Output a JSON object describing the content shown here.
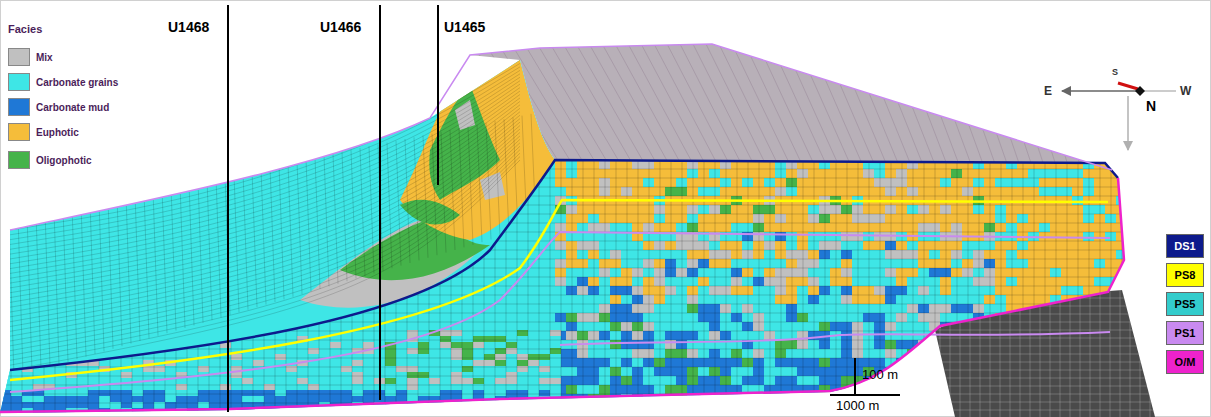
{
  "diagram": {
    "labels": [
      "Facies",
      "U1468",
      "U1466",
      "U1465",
      "E",
      "W",
      "S",
      "N",
      "100 m",
      "1000 m"
    ],
    "legend": [
      {
        "text": "Mix",
        "color": "#c0c0c0"
      },
      {
        "text": "Carbonate grains",
        "color": "#3ee6e6"
      },
      {
        "text": "Carbonate mud",
        "color": "#1f78d6"
      },
      {
        "text": "Euphotic",
        "color": "#f5bd3a"
      },
      {
        "text": "Oligophotic",
        "color": "#45b34a"
      },
      {
        "text": "DS1",
        "color": "#0d1a8c"
      },
      {
        "text": "PS8",
        "color": "#ffff00"
      },
      {
        "text": "PS5",
        "color": "#33cccc"
      },
      {
        "text": "PS1",
        "color": "#c98af0"
      },
      {
        "text": "O/M",
        "color": "#ee22cc"
      }
    ]
  }
}
